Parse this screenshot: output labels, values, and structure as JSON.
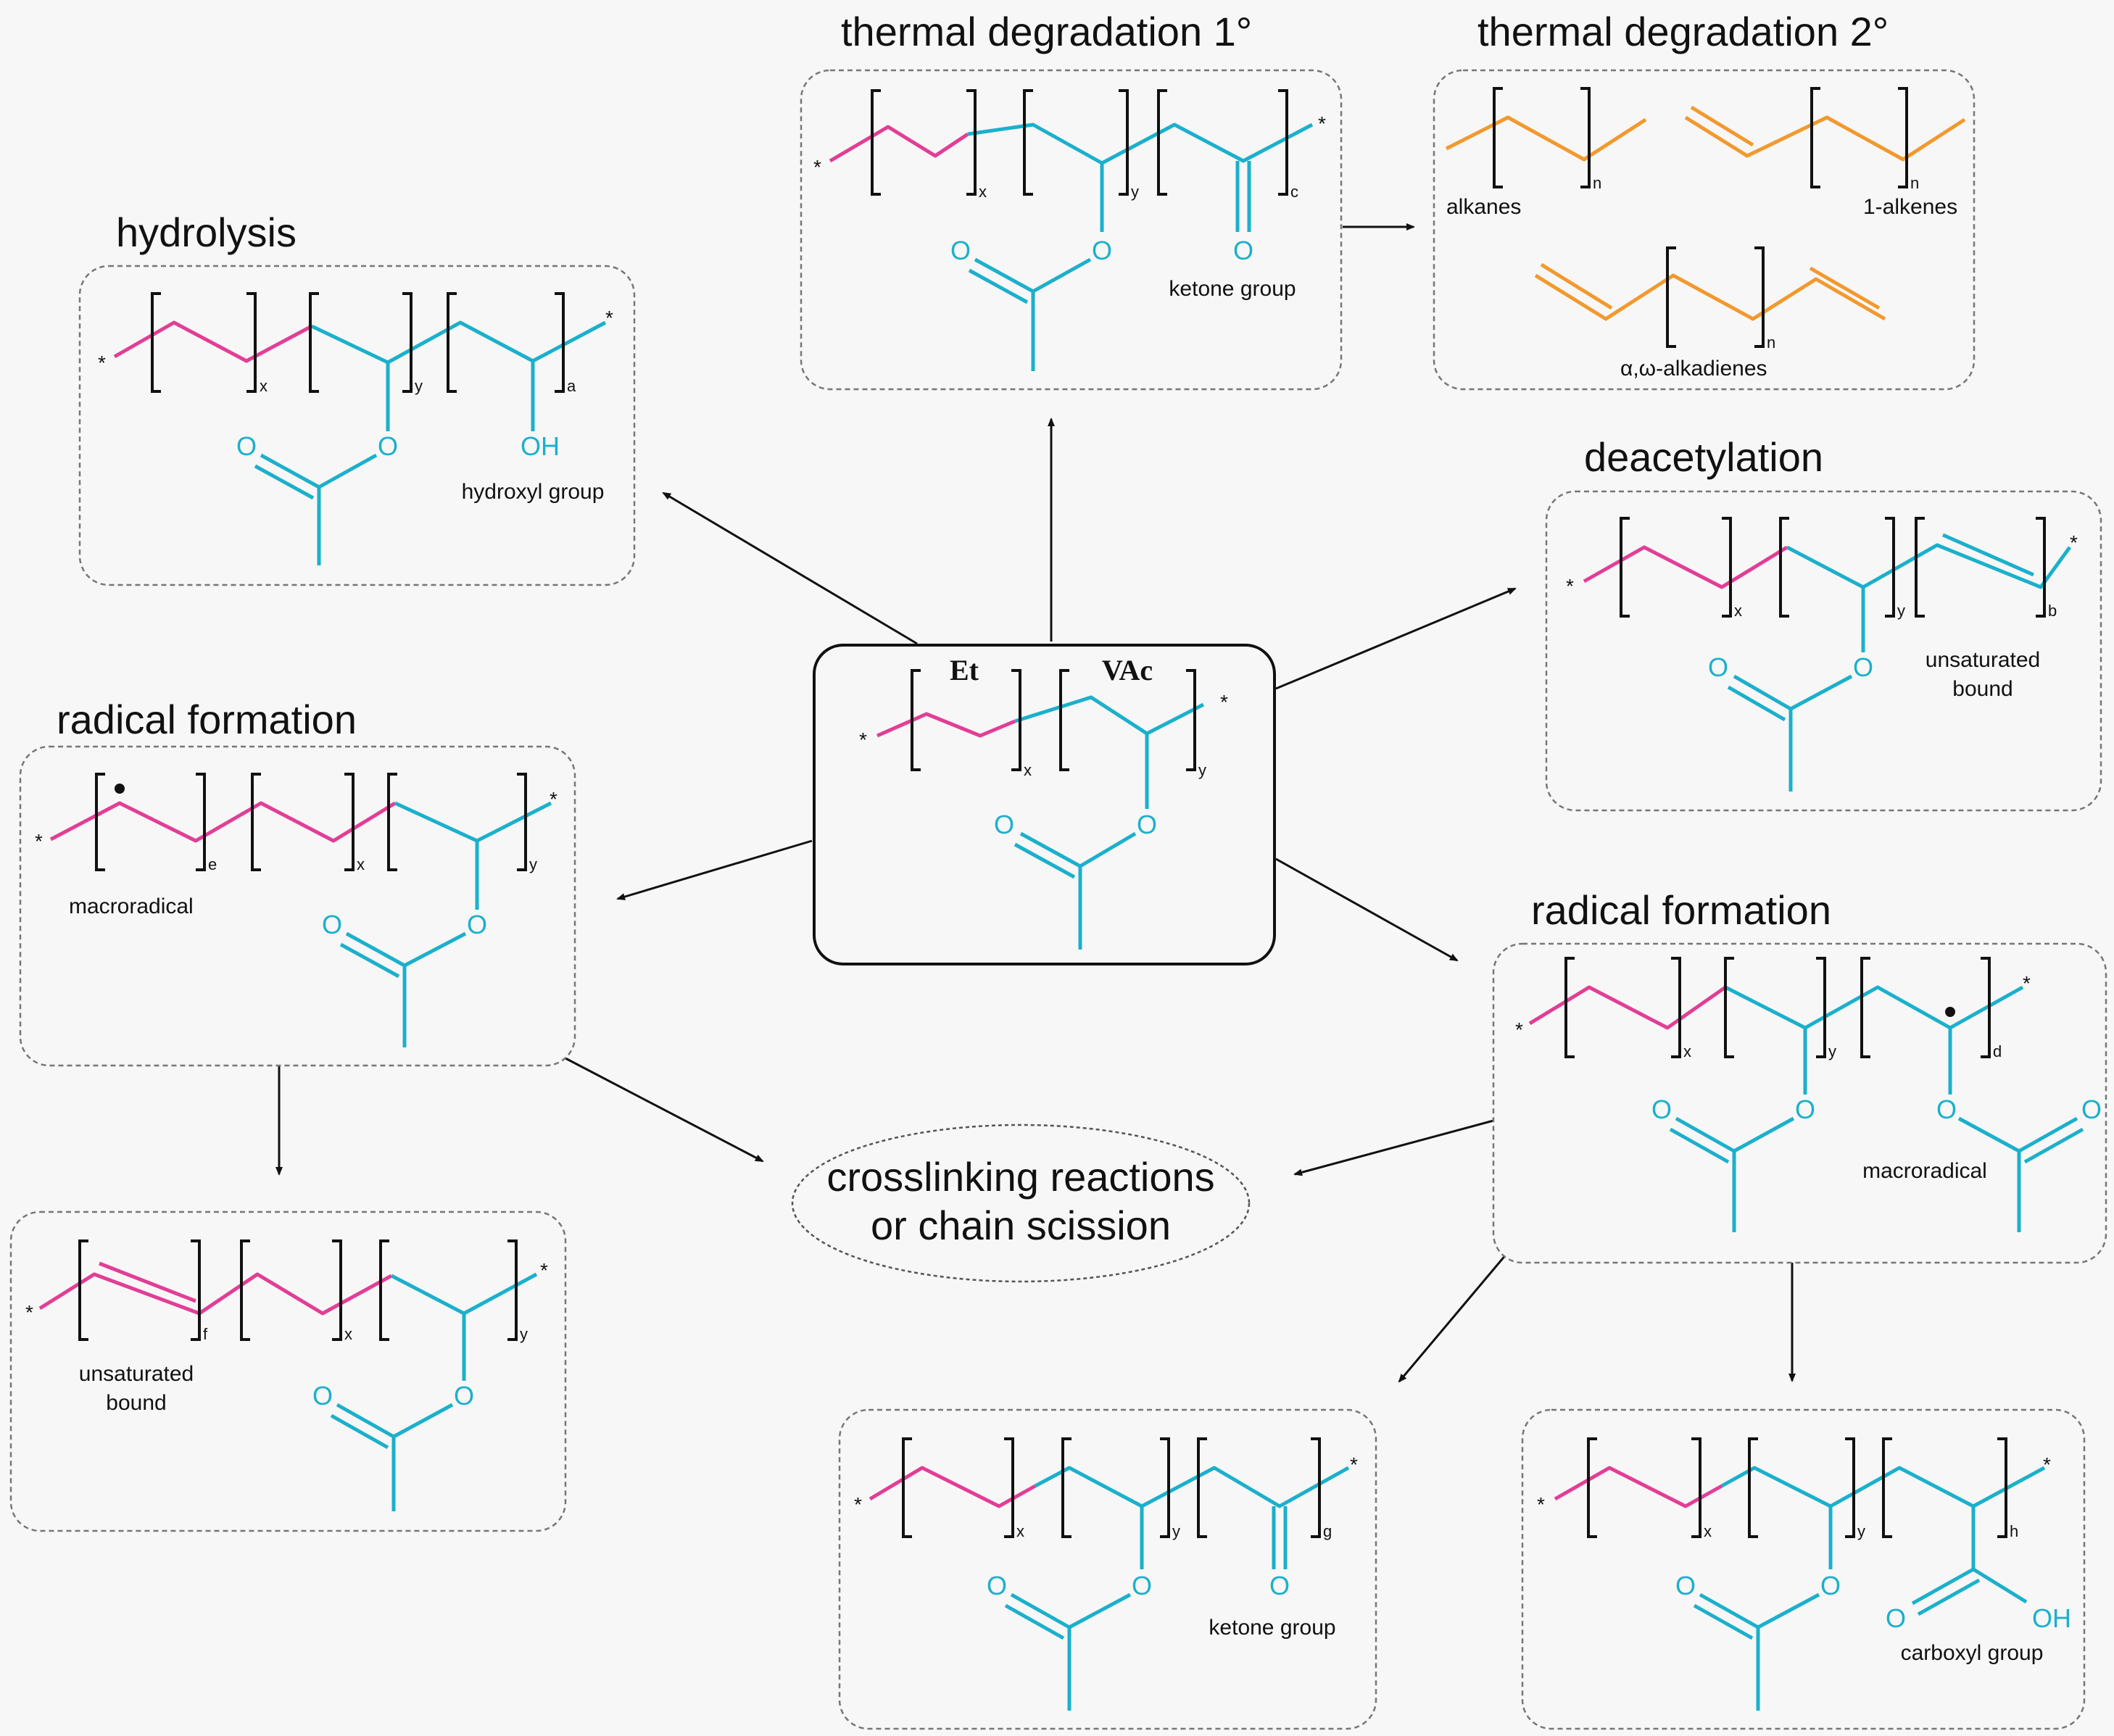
{
  "titles": {
    "thermal1": "thermal degradation 1°",
    "thermal2": "thermal degradation 2°",
    "hydrolysis": "hydrolysis",
    "deacetylation": "deacetylation",
    "radical_left": "radical formation",
    "radical_right": "radical formation"
  },
  "center": {
    "et": "Et",
    "vac": "VAc"
  },
  "labels": {
    "ketone_group": "ketone group",
    "hydroxyl_group": "hydroxyl group",
    "carboxyl_group": "carboxyl group",
    "macroradical": "macroradical",
    "unsaturated_bound_line1": "unsaturated",
    "unsaturated_bound_line2": "bound",
    "alkanes": "alkanes",
    "alkenes": "1-alkenes",
    "alkadienes": "α,ω-alkadienes"
  },
  "oval": {
    "line1": "crosslinking reactions",
    "line2": "or chain scission"
  },
  "atoms": {
    "o": "O",
    "oh": "OH",
    "star": "*"
  },
  "subscripts": {
    "x": "x",
    "y": "y",
    "a": "a",
    "b": "b",
    "c": "c",
    "d": "d",
    "e": "e",
    "f": "f",
    "g": "g",
    "h": "h",
    "n": "n"
  },
  "colors": {
    "ethylene": "#e23e96",
    "vinyl_acetate": "#1bb0cc",
    "alkane_products": "#f2992e",
    "text": "#111111"
  }
}
